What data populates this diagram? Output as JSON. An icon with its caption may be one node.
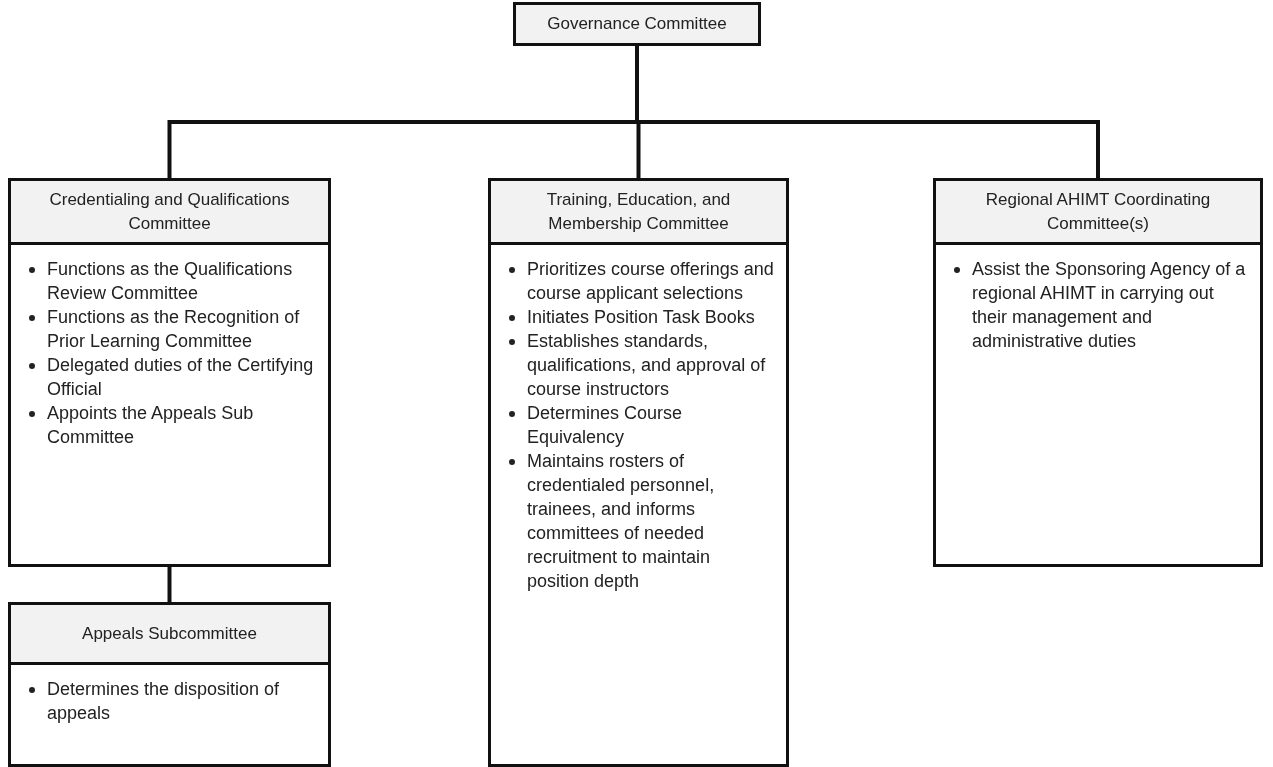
{
  "diagram": {
    "nodes": [
      {
        "text": [
          "Governance Committee"
        ]
      },
      {
        "text": [
          "Credentialing and Qualifications Committee",
          "Functions as the Qualifications Review Committee",
          "Functions as the Recognition of Prior Learning Committee",
          "Delegated duties of the Certifying Official",
          "Appoints the Appeals Sub Committee"
        ]
      },
      {
        "text": [
          "Training, Education, and Membership Committee",
          "Prioritizes course offerings and course applicant selections",
          "Initiates Position Task Books",
          "Establishes standards, qualifications, and approval of course instructors",
          "Determines Course Equivalency",
          "Maintains rosters of credentialed personnel, trainees, and informs committees of needed recruitment to maintain position depth"
        ]
      },
      {
        "text": [
          "Regional AHIMT Coordinating Committee(s)",
          "Assist the Sponsoring Agency of a regional AHIMT in carrying out their management and administrative duties"
        ]
      },
      {
        "text": [
          "Appeals Subcommittee",
          "Determines the disposition of appeals"
        ]
      }
    ],
    "edges": [
      {
        "from": 0,
        "to": 1,
        "arrow": "none"
      },
      {
        "from": 0,
        "to": 2,
        "arrow": "none"
      },
      {
        "from": 0,
        "to": 3,
        "arrow": "none"
      },
      {
        "from": 1,
        "to": 4,
        "arrow": "none"
      }
    ]
  }
}
